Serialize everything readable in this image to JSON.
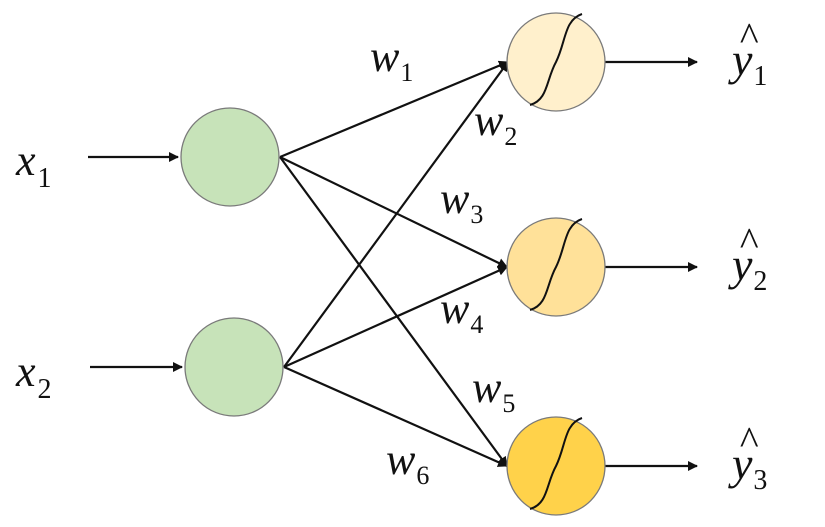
{
  "diagram": {
    "inputs": [
      {
        "base": "x",
        "sub": "1",
        "fill": "#c7e3b9"
      },
      {
        "base": "x",
        "sub": "2",
        "fill": "#c7e3b9"
      }
    ],
    "outputs": [
      {
        "base": "y",
        "hat": "^",
        "sub": "1",
        "fill": "#fff0cc"
      },
      {
        "base": "y",
        "hat": "^",
        "sub": "2",
        "fill": "#ffe199"
      },
      {
        "base": "y",
        "hat": "^",
        "sub": "3",
        "fill": "#ffd24a"
      }
    ],
    "weights": [
      {
        "base": "w",
        "sub": "1"
      },
      {
        "base": "w",
        "sub": "2"
      },
      {
        "base": "w",
        "sub": "3"
      },
      {
        "base": "w",
        "sub": "4"
      },
      {
        "base": "w",
        "sub": "5"
      },
      {
        "base": "w",
        "sub": "6"
      }
    ],
    "colors": {
      "stroke": "#111111",
      "node_outline": "#7a7a7a",
      "activation_curve": "#111111"
    },
    "icons": {
      "activation": "sigmoid-icon",
      "arrow": "arrowhead-icon"
    }
  }
}
